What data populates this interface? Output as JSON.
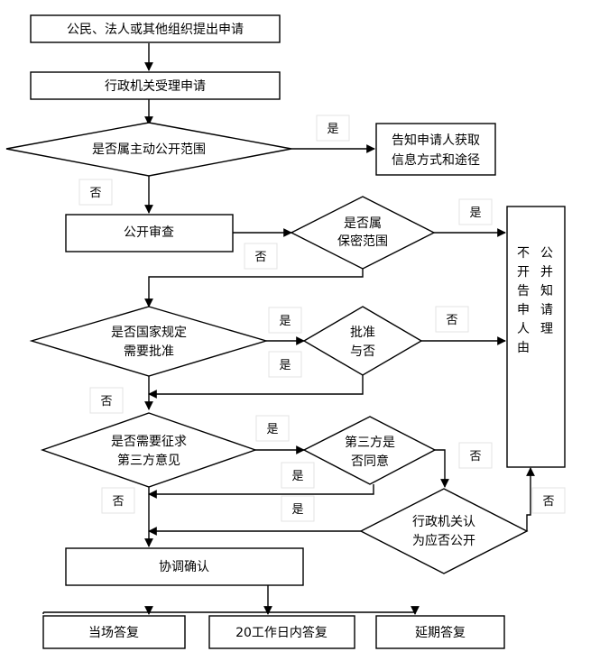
{
  "nodes": {
    "submit": "公民、法人或其他组织提出申请",
    "accept": "行政机关受理申请",
    "proactive_scope": "是否属主动公开范围",
    "inform_channel": [
      "告知申请人获取",
      "信息方式和途径"
    ],
    "review": "公开审查",
    "secret_scope": [
      "是否属",
      "保密范围"
    ],
    "need_approval": [
      "是否国家规定",
      "需要批准"
    ],
    "approved": [
      "批准",
      "与否"
    ],
    "need_opinion": [
      "是否需要征求",
      "第三方意见"
    ],
    "third_party_agree": [
      "第三方是",
      "否同意"
    ],
    "agency_decide": [
      "行政机关认",
      "为应否公开"
    ],
    "coordinate": "协调确认",
    "reply_now": "当场答复",
    "reply_20days": "20工作日内答复",
    "reply_delay": "延期答复",
    "not_public_col1": [
      "不",
      "开",
      "告",
      "申",
      "人",
      "由"
    ],
    "not_public_col2": [
      "公",
      "并",
      "知",
      "请",
      "理"
    ]
  },
  "edge_labels": {
    "yes": "是",
    "no": "否"
  }
}
